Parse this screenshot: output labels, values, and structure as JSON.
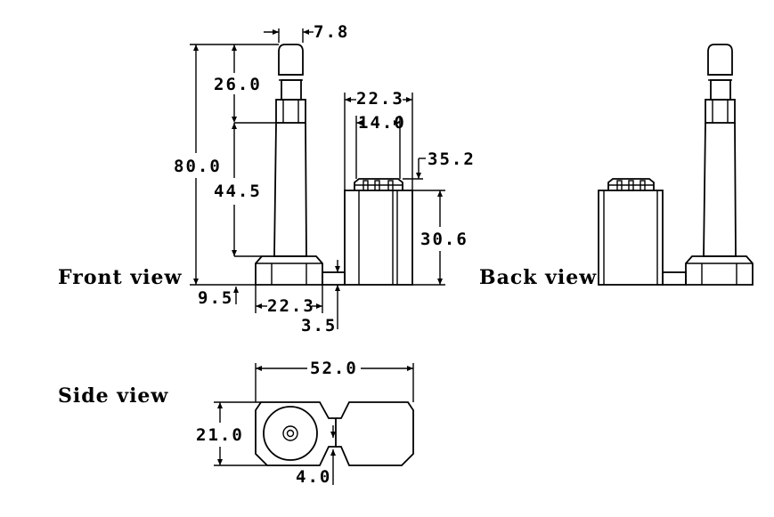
{
  "views": {
    "front": "Front view",
    "back": "Back view",
    "side": "Side view"
  },
  "dimensions": {
    "pin_diameter": "7.8",
    "top_length": "26.0",
    "total_length": "80.0",
    "shaft_length": "44.5",
    "body_width_outer": "22.3",
    "body_width_inner": "14.0",
    "cap_offset": "35.2",
    "body_height": "30.6",
    "base_height": "9.5",
    "base_width": "22.3",
    "gap": "3.5",
    "side_width": "52.0",
    "side_height": "21.0",
    "side_gap": "4.0"
  }
}
